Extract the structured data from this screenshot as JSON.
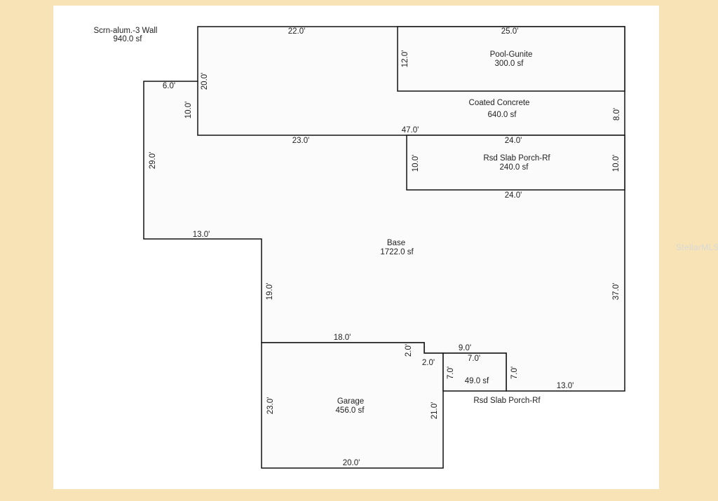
{
  "page": {
    "background": "#f7e3b5",
    "sheet_color": "#ffffff",
    "line_color": "#111111",
    "fill_color": "#fbfbfb",
    "watermark": "StellarMLS"
  },
  "areas": {
    "scrn_name": "Scrn-alum.-3 Wall",
    "scrn_size": "940.0 sf",
    "pool_name": "Pool-Gunite",
    "pool_size": "300.0 sf",
    "concrete_name": "Coated Concrete",
    "concrete_size": "640.0 sf",
    "porch1_name": "Rsd Slab Porch-Rf",
    "porch1_size": "240.0 sf",
    "base_name": "Base",
    "base_size": "1722.0 sf",
    "garage_name": "Garage",
    "garage_size": "456.0 sf",
    "porch2_size": "49.0 sf",
    "porch2_name": "Rsd Slab Porch-Rf"
  },
  "dims": {
    "scrn_top": "22.0'",
    "pool_top": "25.0'",
    "pool_left": "12.0'",
    "scrn_left": "20.0'",
    "base_top_left": "6.0'",
    "base_ext_right": "10.0'",
    "concrete_right": "8.0'",
    "scrn_bottom": "23.0'",
    "full_width": "47.0'",
    "porch_top": "24.0'",
    "base_left": "29.0'",
    "porch_left": "10.0'",
    "porch_right": "10.0'",
    "porch_bottom": "24.0'",
    "base_step": "13.0'",
    "base_mid_left": "19.0'",
    "base_right": "37.0'",
    "garage_top": "18.0'",
    "garage_notch": "2.0'",
    "notch_horizontal": "2.0'",
    "porch2_top_outer": "9.0'",
    "porch2_top": "7.0'",
    "porch2_left": "7.0'",
    "porch2_right": "7.0'",
    "base_bottom_right": "13.0'",
    "garage_left": "23.0'",
    "garage_right": "21.0'",
    "garage_bottom": "20.0'"
  }
}
